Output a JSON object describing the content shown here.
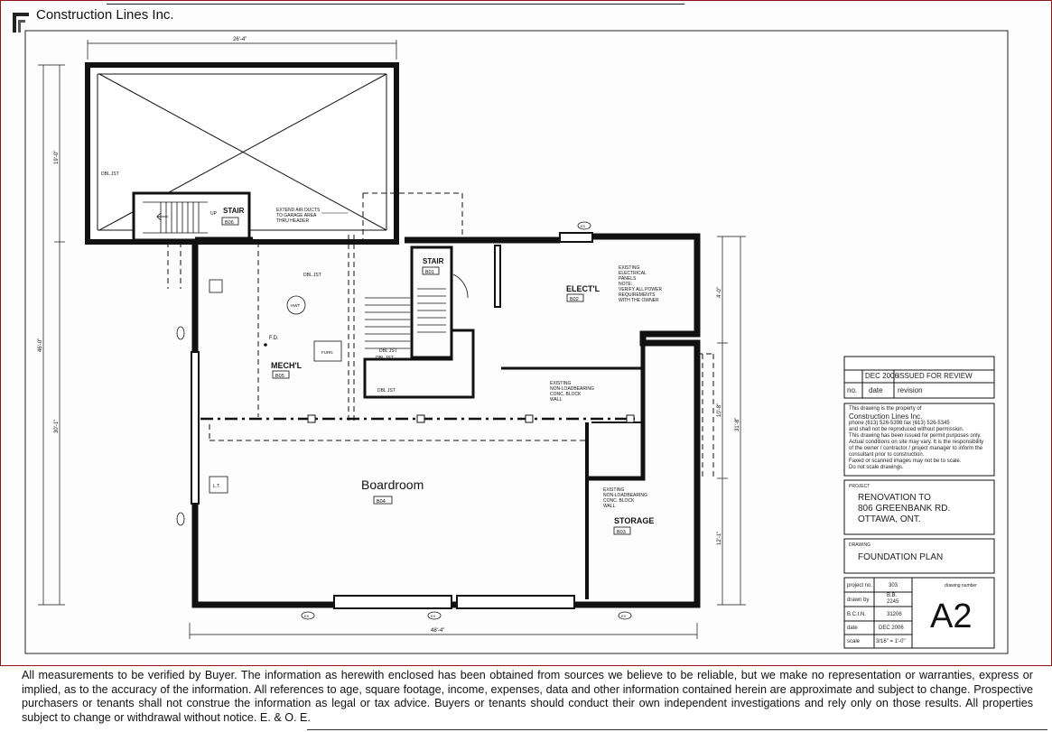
{
  "header": {
    "company": "Construction Lines Inc."
  },
  "plan": {
    "rooms": {
      "boardroom": "Boardroom",
      "boardroom_code": "B04",
      "mech": "MECH'L",
      "mech_code": "B05",
      "elect": "ELECT'L",
      "elect_code": "B02",
      "storage": "STORAGE",
      "storage_code": "B03",
      "stair_upper": "STAIR",
      "stair_upper_code": "B06",
      "stair_main": "STAIR",
      "stair_main_code": "B01"
    },
    "notes": {
      "air_ducts": [
        "EXTEND AIR DUCTS",
        "TO GARAGE AREA",
        "THRU HEADER"
      ],
      "electrical": [
        "EXISTING",
        "ELECTRICAL",
        "PANELS",
        "NOTE:",
        "VERIFY ALL POWER",
        "REQUIREMENTS",
        "WITH THE OWNER"
      ],
      "wall_1": [
        "EXISTING",
        "NON-LOADBEARING",
        "CONC. BLOCK",
        "WALL"
      ],
      "wall_2": [
        "EXISTING",
        "NON-LOADBEARING",
        "CONC. BLOCK",
        "WALL"
      ],
      "dbl_jst": "DBL JST",
      "up": "UP",
      "fd": "F.D.",
      "hwt": "HWT",
      "lt": "L.T.",
      "furn": "FURN"
    },
    "dimensions": {
      "top": "26'-4\"",
      "bottom": "48'-4\"",
      "left_total": "46'-0\"",
      "left_top": "19'-0\"",
      "left_bottom": "30'-1\"",
      "right_total": "31'-8\"",
      "right_top": "4'-0\"",
      "right_mid": "10'-8\"",
      "right_bottom": "12'-1\""
    },
    "markers": {
      "ex": "EX"
    }
  },
  "title_block": {
    "revisions": {
      "row_date": "DEC 2006",
      "row_desc": "ISSUED FOR REVIEW",
      "col_no": "no.",
      "col_date": "date",
      "col_rev": "revision"
    },
    "property_note": [
      "This drawing is the property of",
      "Construction Lines Inc.",
      "phone (613) 526-5398   fax (613) 526-5345",
      "and shall not be reproduced without permission.",
      "This drawing has been issued for permit purposes only.",
      "Actual conditions on site may vary. It is the responsibility",
      "of the owner / contractor / project manager to inform the",
      "consultant prior to construction.",
      "Faxed or scanned images may not be to scale.",
      "Do not scale drawings."
    ],
    "project_label": "PROJECT",
    "project": [
      "RENOVATION TO",
      "806 GREENBANK RD.",
      "OTTAWA, ONT."
    ],
    "drawing_label": "DRAWING",
    "drawing": "FOUNDATION PLAN",
    "meta": {
      "project_no_label": "project no.",
      "project_no": "303",
      "drawn_by_label": "drawn by",
      "drawn_by": "B.B.",
      "drawn_by_2": "2245",
      "bcin_label": "B.C.I.N.",
      "bcin": "31206",
      "date_label": "date",
      "date": "DEC 2006",
      "scale_label": "scale",
      "scale": "3/16\" = 1'-0\"",
      "drawing_number_label": "drawing number",
      "sheet": "A2"
    }
  },
  "disclaimer": "All measurements to be verified by Buyer. The information as herewith enclosed has been obtained from sources we believe to be reliable, but we make no representation or warranties, express or implied, as to the accuracy of the information. All references to age, square footage, income, expenses, data and other information contained herein are approximate and subject to change. Prospective purchasers or tenants shall not construe the information as legal or tax advice. Buyers or tenants should conduct their own independent investigations and rely only on those results. All properties subject to change or withdrawal without notice. E. & O. E."
}
